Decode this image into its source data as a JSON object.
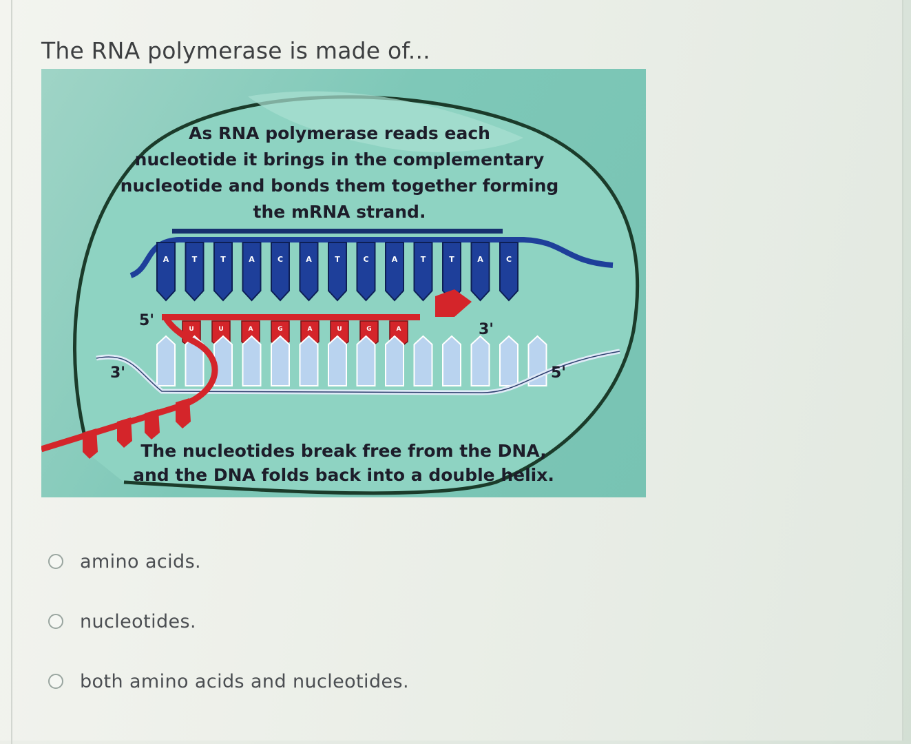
{
  "question": {
    "text": "The RNA polymerase is made of..."
  },
  "figure": {
    "caption_top": [
      "As RNA polymerase reads each",
      "nucleotide it brings in the complementary",
      "nucleotide and bonds them together forming",
      "the mRNA strand."
    ],
    "caption_bottom": [
      "The nucleotides break free from the DNA,",
      "and the DNA folds back into a double helix."
    ],
    "dna_bases": [
      "A",
      "T",
      "T",
      "A",
      "C",
      "A",
      "T",
      "C",
      "A",
      "T",
      "T",
      "A",
      "C"
    ],
    "rna_bases": [
      "U",
      "U",
      "A",
      "G",
      "A",
      "U",
      "G",
      "A"
    ],
    "end_labels": {
      "five_prime": "5'",
      "three_prime": "3'",
      "three_prime_left": "3'",
      "five_prime_right": "5'"
    },
    "colors": {
      "background": "#7ec8b8",
      "dna_strand": "#1e3f9a",
      "rna_strand": "#d4252a",
      "lower_strand": "#b9d3ef"
    }
  },
  "options": [
    {
      "label": "amino acids."
    },
    {
      "label": "nucleotides."
    },
    {
      "label": "both amino acids and nucleotides."
    }
  ]
}
